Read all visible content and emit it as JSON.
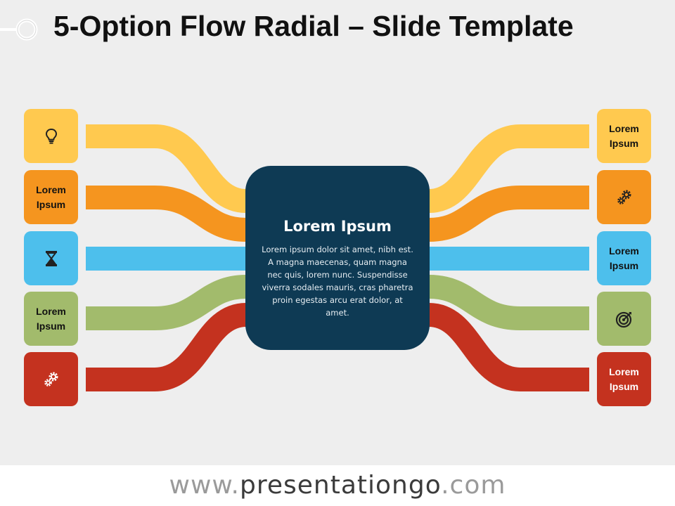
{
  "title": "5-Option Flow Radial – Slide Template",
  "colors": {
    "yellow": "#ffc94f",
    "orange": "#f5951f",
    "blue": "#4dbfec",
    "green": "#a2bb6c",
    "red": "#c4321f",
    "center": "#0e3a54"
  },
  "center": {
    "title": "Lorem Ipsum",
    "text": "Lorem ipsum  dolor sit amet, nibh est. A magna maecenas, quam magna nec quis, lorem nunc. Suspendisse  viverra sodales  mauris, cras pharetra proin egestas arcu erat dolor,  at amet."
  },
  "left_items": [
    {
      "color": "yellow",
      "icon": "lightbulb-icon"
    },
    {
      "color": "orange",
      "label": "Lorem Ipsum"
    },
    {
      "color": "blue",
      "icon": "hourglass-icon"
    },
    {
      "color": "green",
      "label": "Lorem Ipsum"
    },
    {
      "color": "red",
      "icon": "gears-icon"
    }
  ],
  "right_items": [
    {
      "color": "yellow",
      "label": "Lorem Ipsum"
    },
    {
      "color": "orange",
      "icon": "gears-icon"
    },
    {
      "color": "blue",
      "label": "Lorem Ipsum"
    },
    {
      "color": "green",
      "icon": "target-icon"
    },
    {
      "color": "red",
      "label": "Lorem Ipsum"
    }
  ],
  "footer": {
    "url_prefix": "www.",
    "url_domain": "presentationgo",
    "url_suffix": ".com"
  }
}
